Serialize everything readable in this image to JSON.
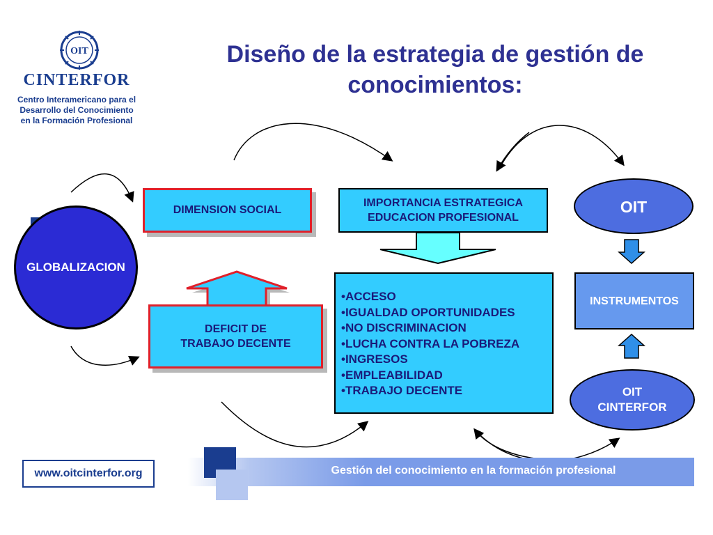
{
  "logo": {
    "emblem_text": "OIT",
    "wordmark": "CINTERFOR",
    "subtitle_lines": [
      "Centro Interamericano para el",
      "Desarrollo del Conocimiento",
      "en la Formación Profesional"
    ]
  },
  "title_lines": [
    "Diseño de la estrategia de gestión de",
    "conocimientos:"
  ],
  "nodes": {
    "globalizacion": "GLOBALIZACION",
    "dimension_social": "DIMENSION SOCIAL",
    "deficit_lines": [
      "DEFICIT DE",
      "TRABAJO DECENTE"
    ],
    "importancia_lines": [
      "IMPORTANCIA ESTRATEGICA",
      "EDUCACION PROFESIONAL"
    ],
    "oit": "OIT",
    "instrumentos": "INSTRUMENTOS",
    "oit_cinterfor_lines": [
      "OIT",
      "CINTERFOR"
    ]
  },
  "bullets": [
    "•ACCESO",
    "•IGUALDAD OPORTUNIDADES",
    "•NO DISCRIMINACION",
    "•LUCHA CONTRA LA POBREZA",
    "•INGRESOS",
    "•EMPLEABILIDAD",
    "•TRABAJO DECENTE"
  ],
  "footer": {
    "url": "www.oitcinterfor.org",
    "tagline": "Gestión del conocimiento en la formación profesional"
  },
  "colors": {
    "title": "#2e3192",
    "box_fill": "#33ccff",
    "box_border_red": "#e0202a",
    "circle_fill": "#2b2bd4",
    "ellipse_fill": "#4d6de0",
    "instrumentos_fill": "#6699ee",
    "arrow_cyan": "#66ffff",
    "footer_bar": "#7a9be8"
  }
}
